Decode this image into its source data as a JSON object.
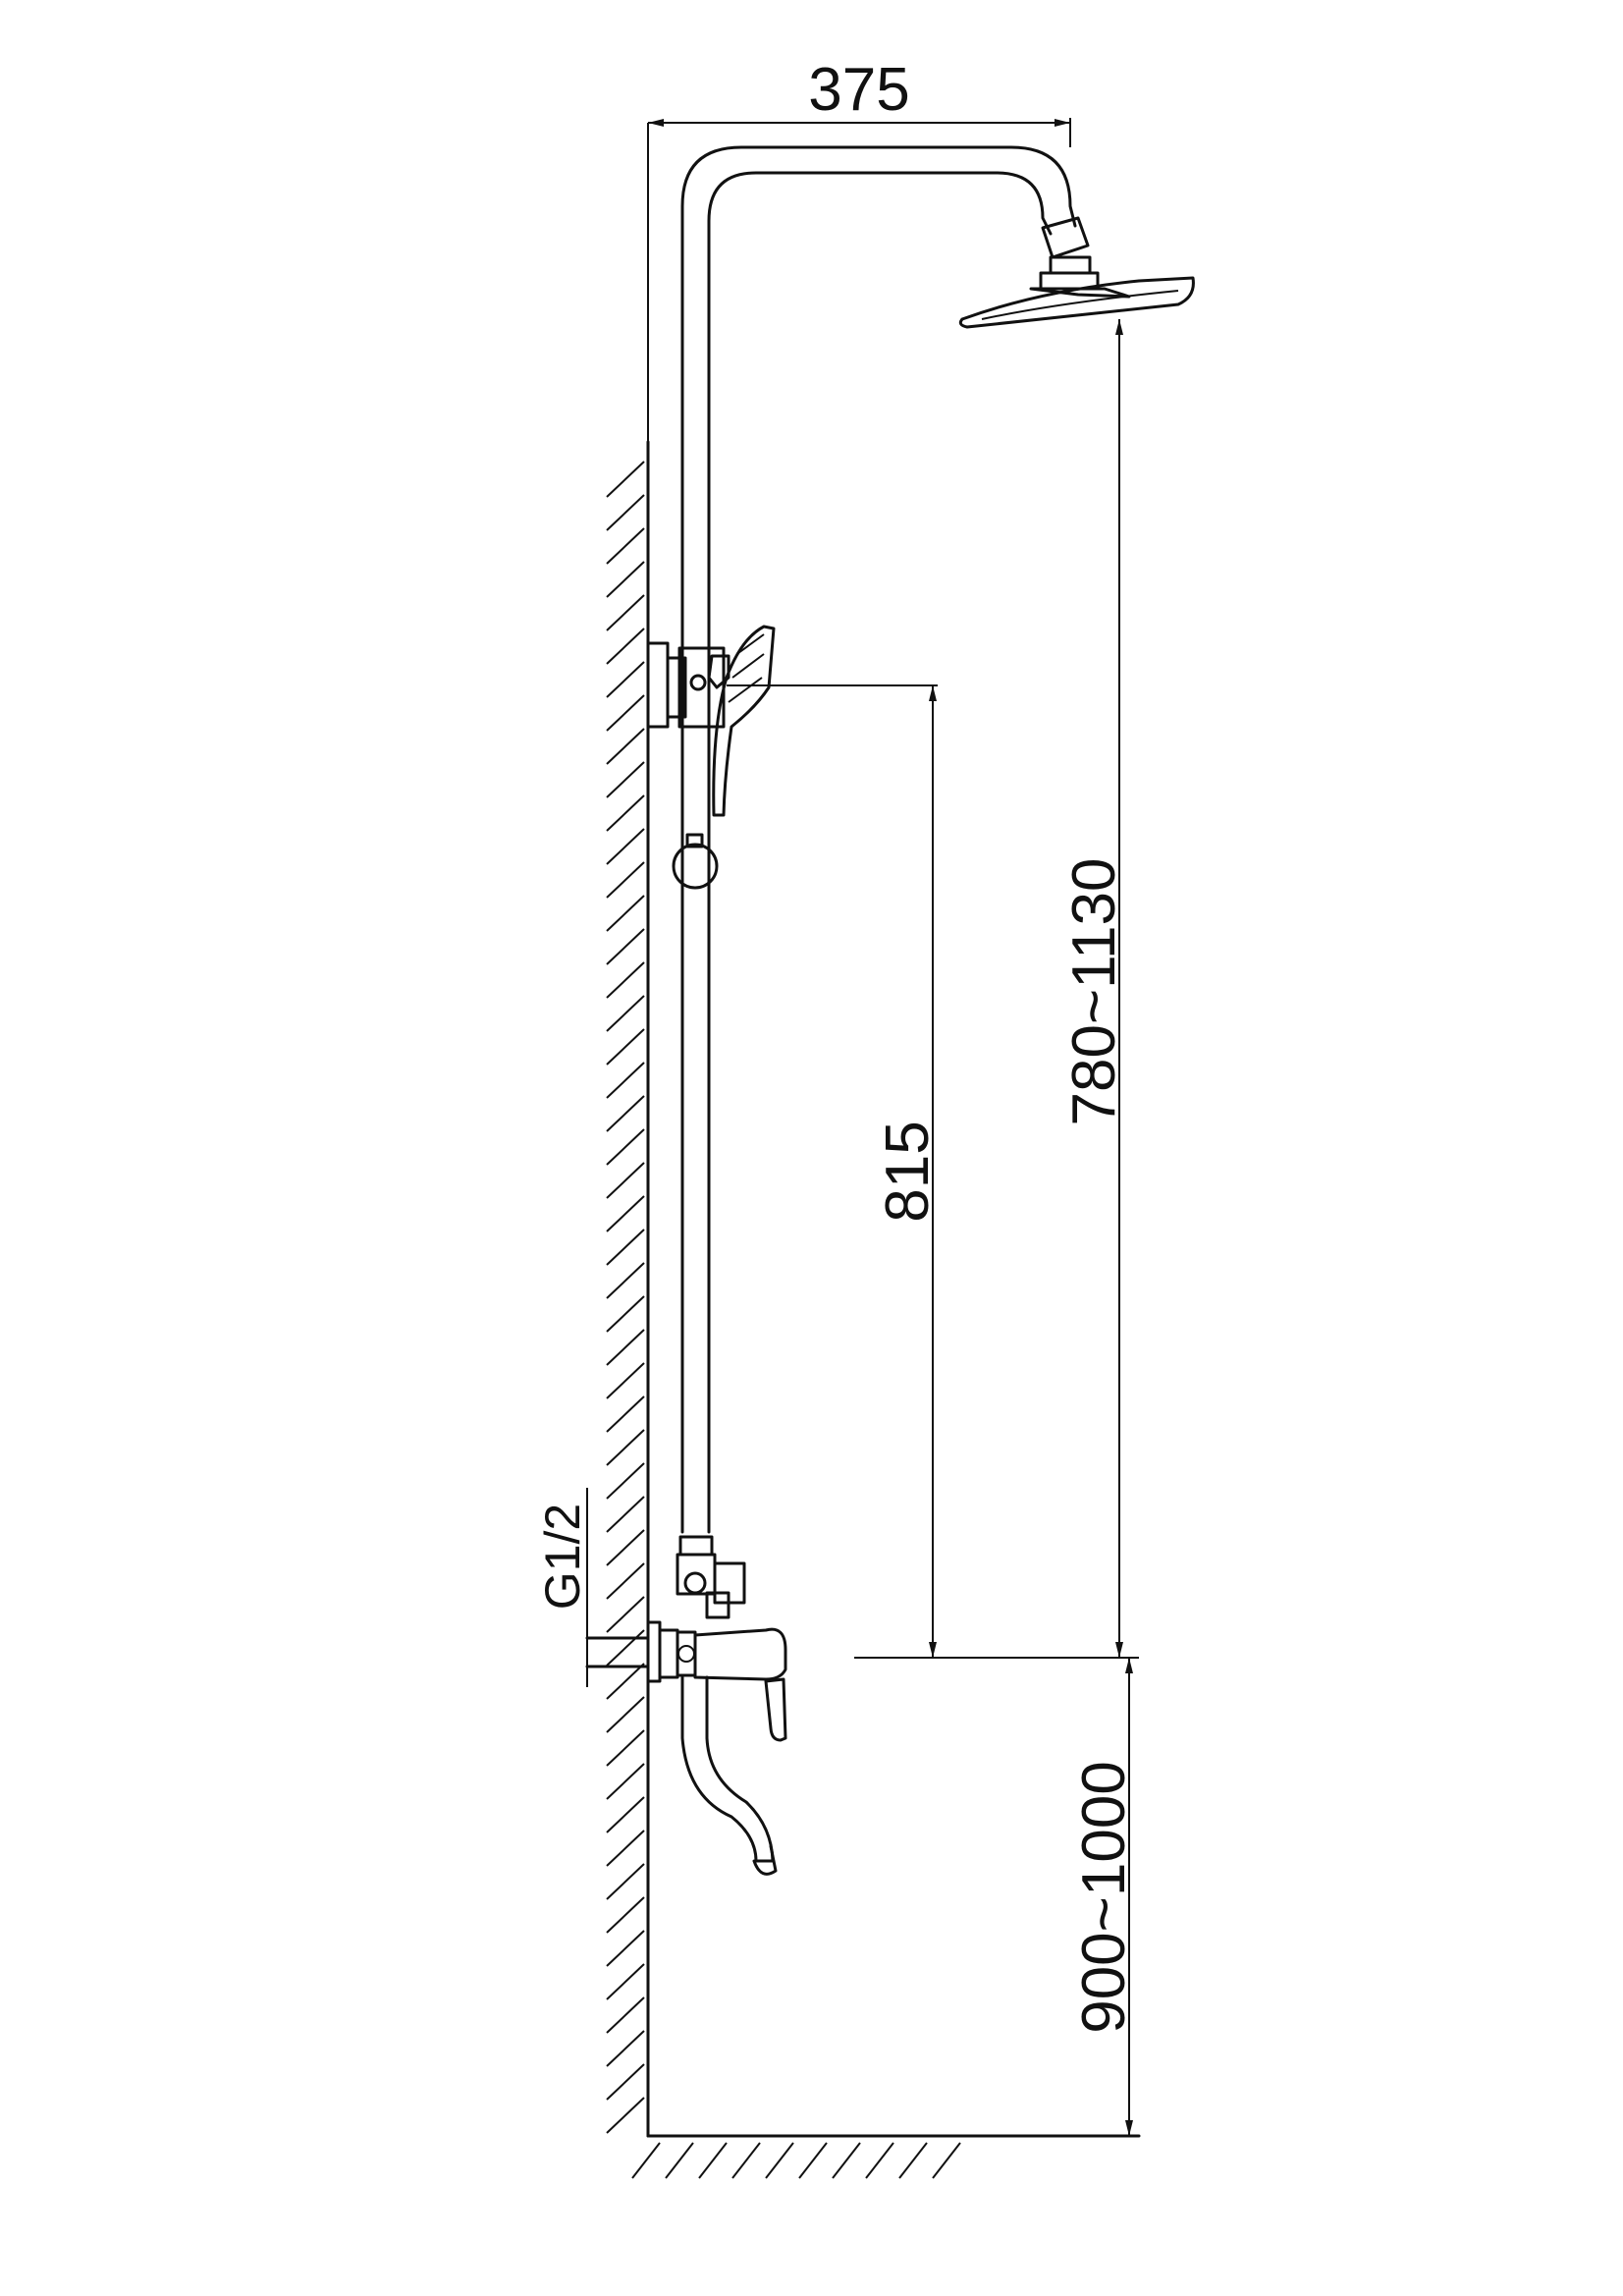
{
  "dimensions": {
    "top_width": "375",
    "handset_height": "815",
    "head_height_range": "780~1130",
    "mixer_height_range": "900~1000",
    "thread": "G1/2"
  }
}
